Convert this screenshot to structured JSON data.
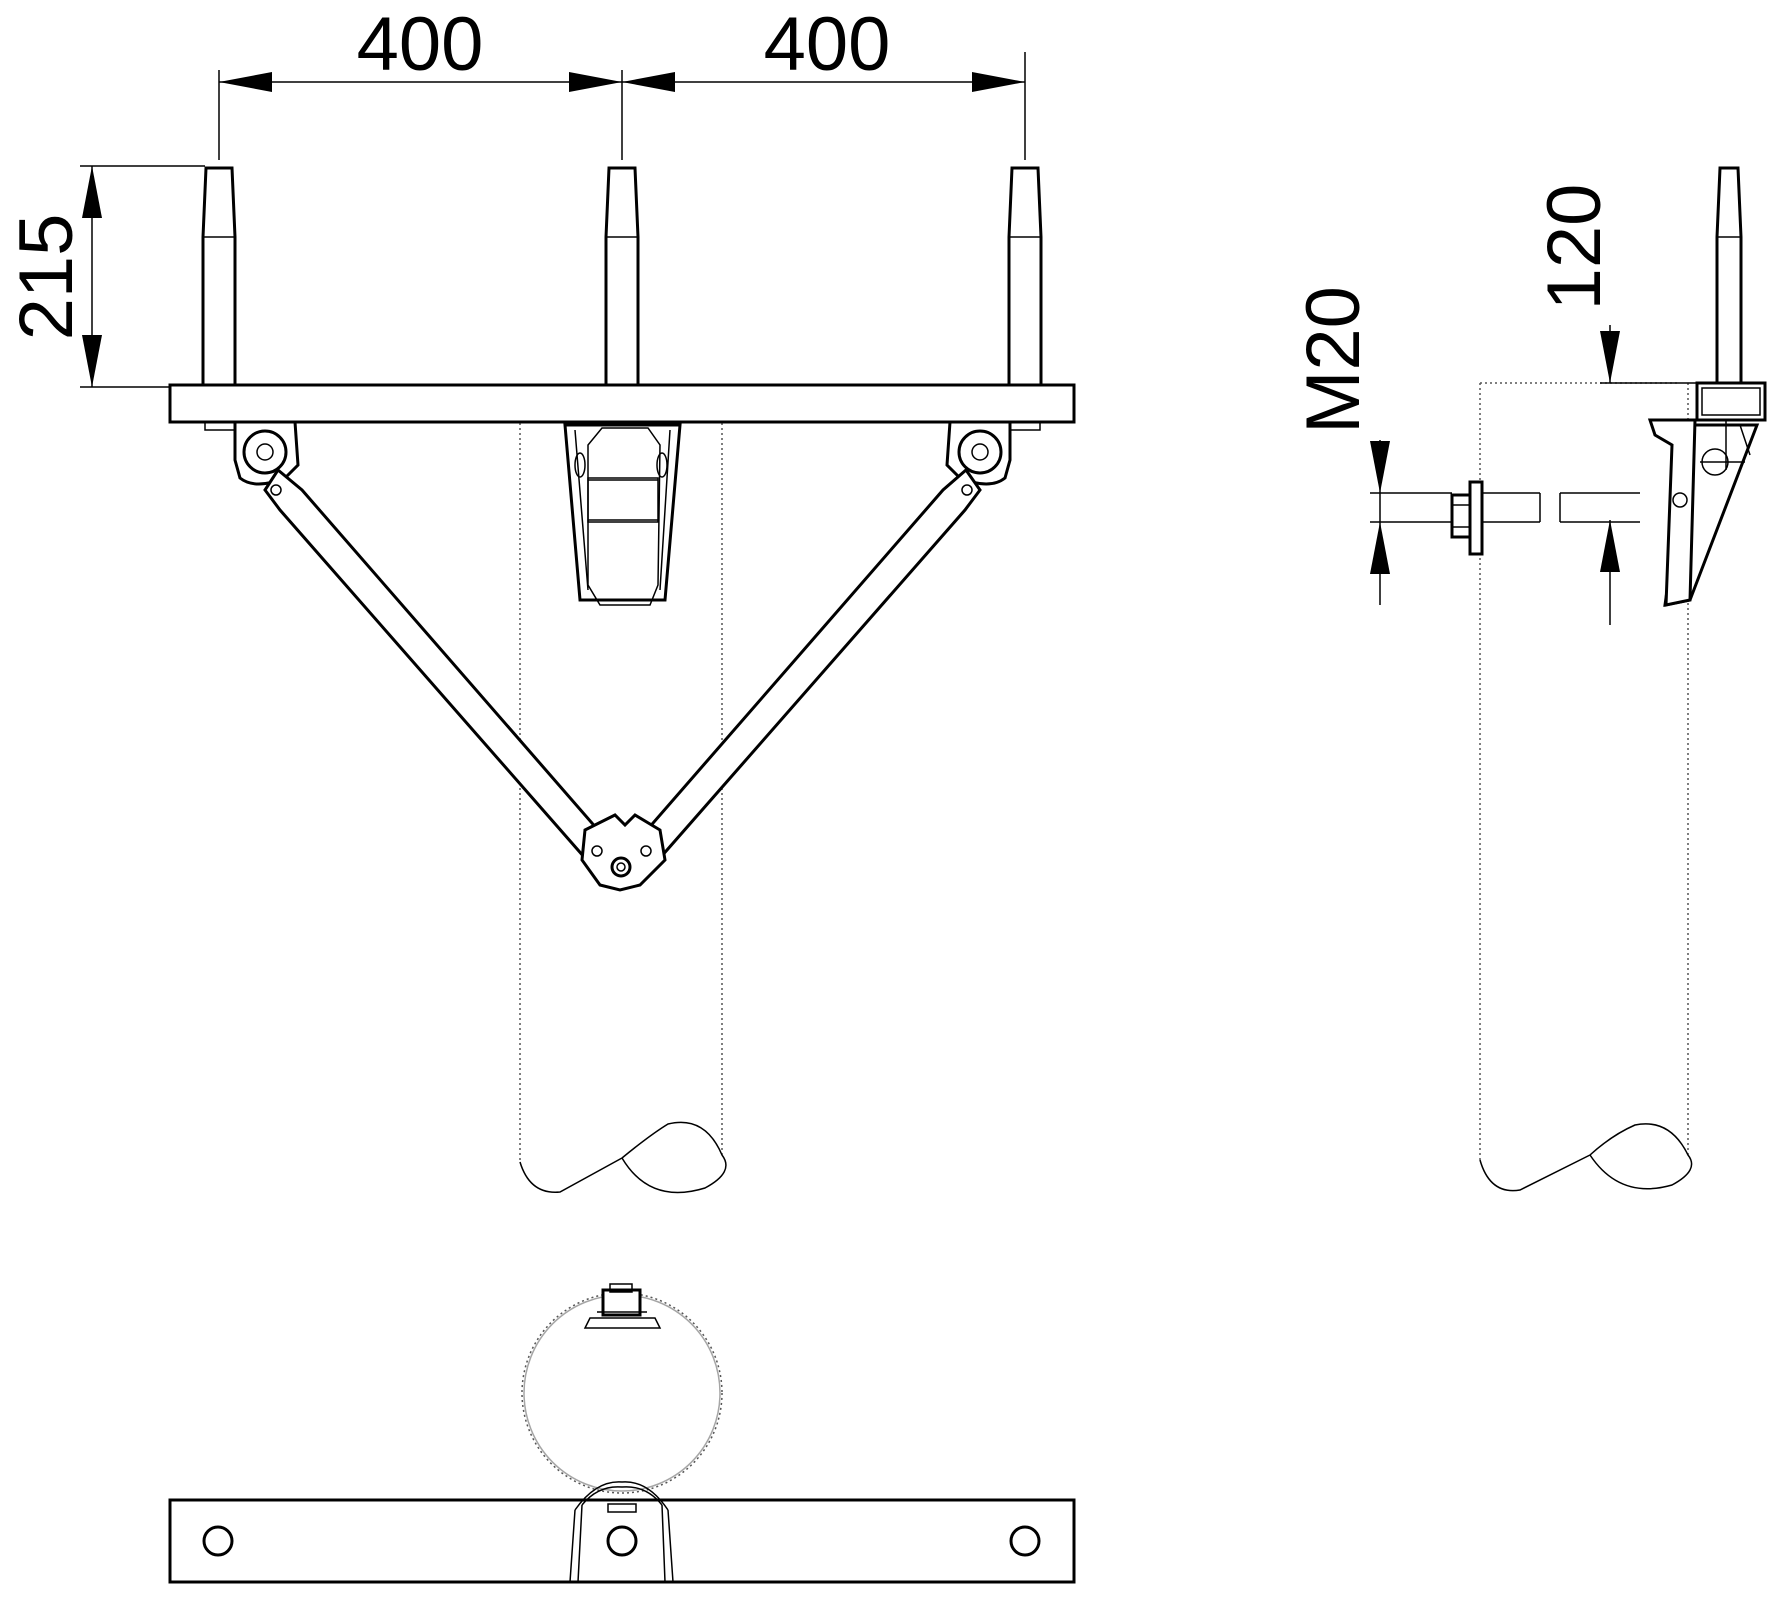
{
  "dimensions": {
    "spacing_left": "400",
    "spacing_right": "400",
    "pin_height": "215",
    "thread": "M20",
    "offset": "120"
  }
}
